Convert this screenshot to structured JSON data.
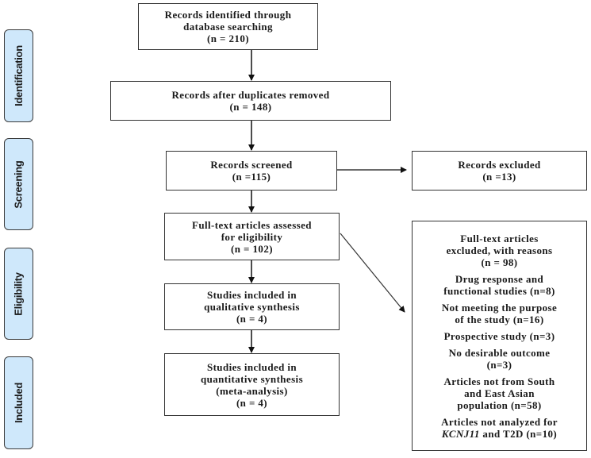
{
  "phases": [
    "Identification",
    "Screening",
    "Eligibility",
    "Included"
  ],
  "boxes": {
    "identified": [
      "Records identified through",
      "database searching",
      "(n = 210)"
    ],
    "deduplicated": [
      "Records after duplicates removed",
      "(n = 148)"
    ],
    "screened": [
      "Records screened",
      "(n =115)"
    ],
    "excluded": [
      "Records excluded",
      "(n =13)"
    ],
    "fulltext": [
      "Full-text articles assessed",
      "for eligibility",
      "(n = 102)"
    ],
    "qualitative": [
      "Studies included in",
      "qualitative synthesis",
      "(n = 4)"
    ],
    "quantitative": [
      "Studies included in",
      "quantitative synthesis",
      "(meta-analysis)",
      "(n = 4)"
    ]
  },
  "fulltext_excluded": {
    "header": [
      "Full-text articles",
      "excluded, with reasons",
      "(n = 98)"
    ],
    "reasons": [
      [
        "Drug response and",
        "functional studies (n=8)"
      ],
      [
        "Not meeting the purpose",
        "of the study (n=16)"
      ],
      [
        "Prospective study (n=3)"
      ],
      [
        "No desirable outcome",
        "(n=3)"
      ],
      [
        "Articles not from South",
        "and East Asian",
        "population (n=58)"
      ]
    ],
    "last_reason": {
      "line1": "Articles not analyzed for",
      "gene": "KCNJ11",
      "rest": " and T2D (n=10)"
    }
  },
  "colors": {
    "phase_fill": "#cfe8fb",
    "border": "#333333"
  }
}
